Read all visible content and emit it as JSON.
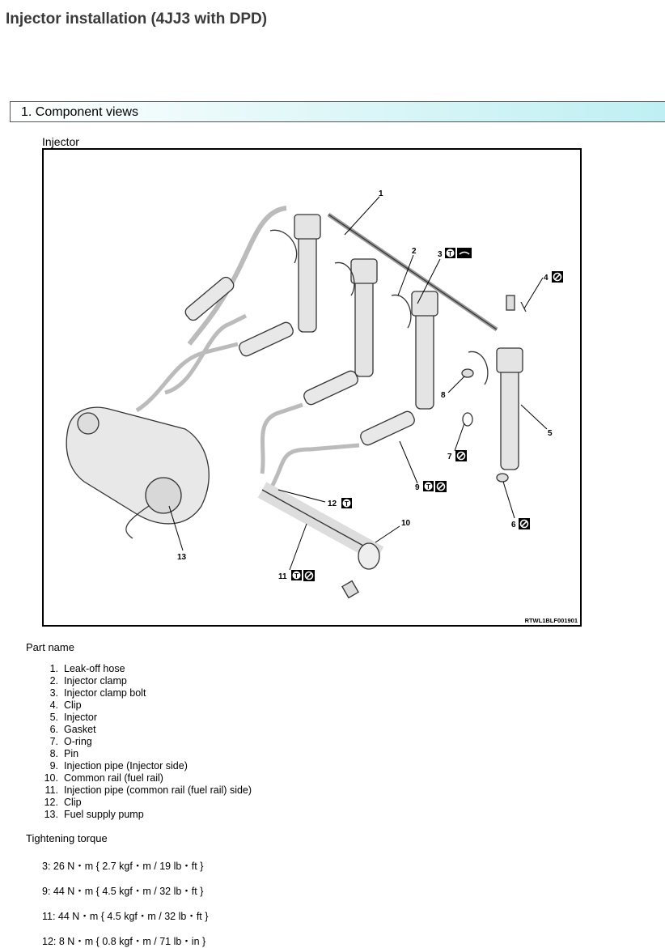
{
  "title": "Injector installation (4JJ3 with DPD)",
  "section": {
    "label": "1. Component views"
  },
  "figure": {
    "caption": "Injector",
    "code": "RTWL1BLF001901",
    "callouts": [
      "1",
      "2",
      "3",
      "4",
      "5",
      "6",
      "7",
      "8",
      "9",
      "10",
      "11",
      "12",
      "13"
    ]
  },
  "parts": {
    "heading": "Part name",
    "items": [
      {
        "num": "1.",
        "name": "Leak-off hose"
      },
      {
        "num": "2.",
        "name": "Injector clamp"
      },
      {
        "num": "3.",
        "name": "Injector clamp bolt"
      },
      {
        "num": "4.",
        "name": "Clip"
      },
      {
        "num": "5.",
        "name": "Injector"
      },
      {
        "num": "6.",
        "name": "Gasket"
      },
      {
        "num": "7.",
        "name": "O-ring"
      },
      {
        "num": "8.",
        "name": "Pin"
      },
      {
        "num": "9.",
        "name": "Injection pipe (Injector side)"
      },
      {
        "num": "10.",
        "name": "Common rail (fuel rail)"
      },
      {
        "num": "11.",
        "name": "Injection pipe (common rail (fuel rail) side)"
      },
      {
        "num": "12.",
        "name": "Clip"
      },
      {
        "num": "13.",
        "name": "Fuel supply pump"
      }
    ]
  },
  "torque": {
    "heading": "Tightening torque",
    "items": [
      "3: 26 N・m { 2.7 kgf・m / 19 lb・ft }",
      "9: 44 N・m { 4.5 kgf・m / 32 lb・ft }",
      "11: 44 N・m { 4.5 kgf・m / 32 lb・ft }",
      "12: 8 N・m { 0.8 kgf・m / 71 lb・in }"
    ]
  }
}
